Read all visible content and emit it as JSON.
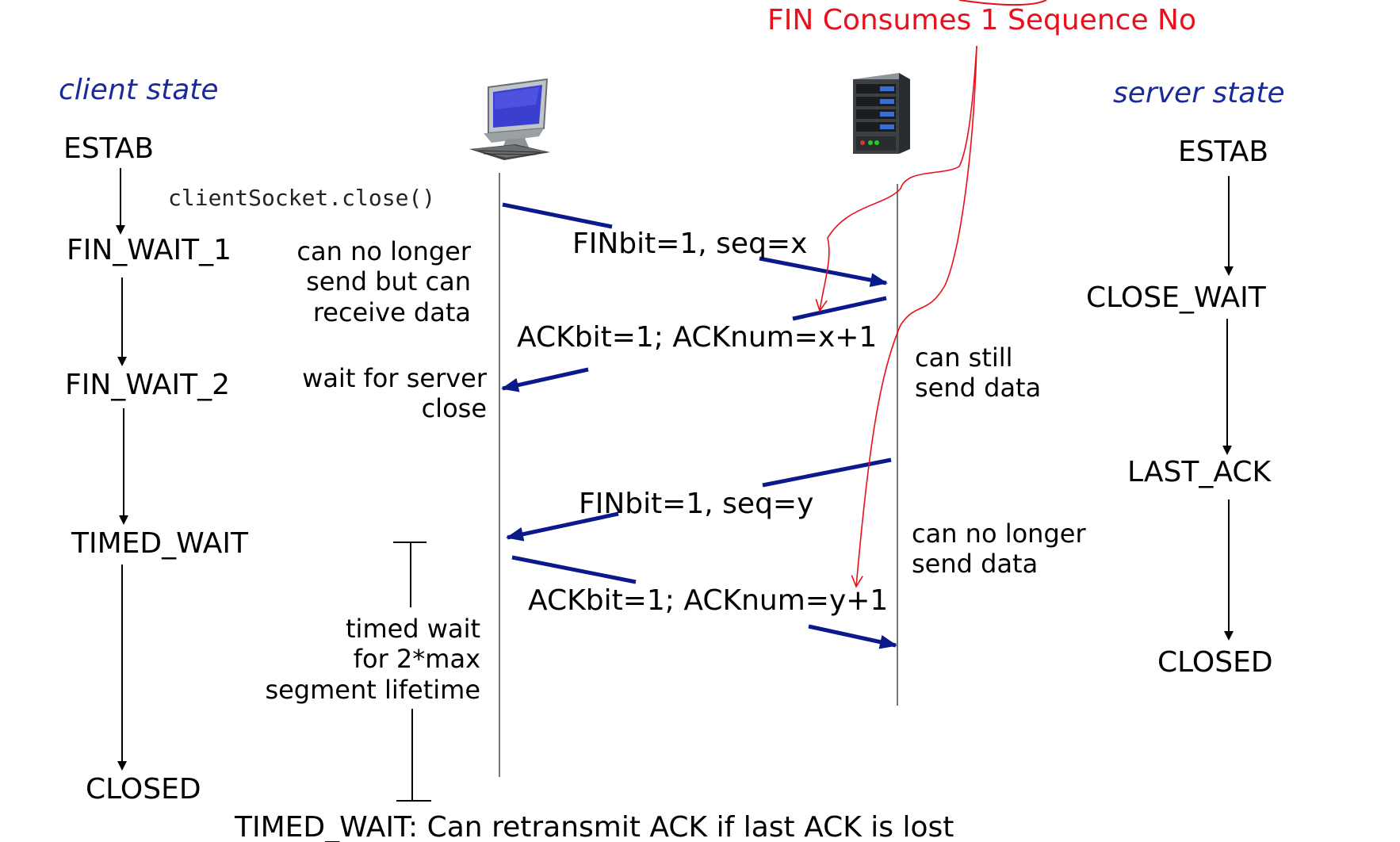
{
  "annotation": {
    "fin_consumes": "FIN Consumes 1 Sequence No",
    "color": "#e8101a"
  },
  "headers": {
    "client": "client state",
    "server": "server state",
    "color": "#1a2a9a"
  },
  "client_states": [
    "ESTAB",
    "FIN_WAIT_1",
    "FIN_WAIT_2",
    "TIMED_WAIT",
    "CLOSED"
  ],
  "server_states": [
    "ESTAB",
    "CLOSE_WAIT",
    "LAST_ACK",
    "CLOSED"
  ],
  "client_action": "clientSocket.close()",
  "client_notes": {
    "fin_wait_1": [
      "can no longer",
      "send but can",
      "receive data"
    ],
    "fin_wait_2": [
      "wait for server",
      "close"
    ],
    "timed_wait": [
      "timed wait",
      "for 2*max",
      "segment lifetime"
    ]
  },
  "server_notes": {
    "close_wait": [
      "can still",
      "send data"
    ],
    "last_ack": [
      "can no longer",
      "send data"
    ]
  },
  "messages": {
    "fin_client": "FINbit=1, seq=x",
    "ack_server": "ACKbit=1; ACKnum=x+1",
    "fin_server": "FINbit=1, seq=y",
    "ack_client": "ACKbit=1; ACKnum=y+1",
    "arrow_color": "#0a1a8c"
  },
  "footer": "TIMED_WAIT: Can retransmit ACK if last ACK is lost",
  "icons": {
    "client": "desktop-computer-icon",
    "server": "server-tower-icon"
  }
}
